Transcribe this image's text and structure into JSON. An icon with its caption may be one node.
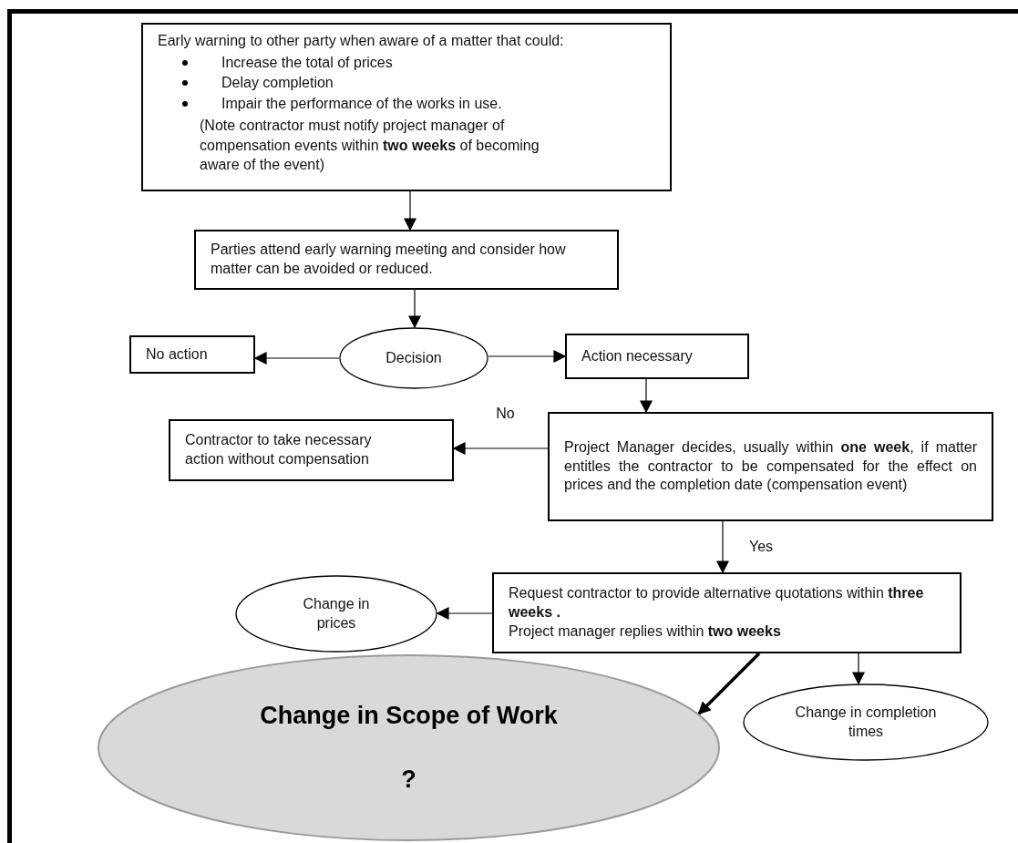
{
  "diagram": {
    "nodes": [
      {
        "text": [
          "Early warning to other party when aware of a matter that could:",
          "Increase the total of prices",
          "Delay completion",
          "Impair the performance of the works in use.",
          "(Note contractor must notify project manager of compensation events within **two weeks** of becoming aware of the event)"
        ]
      },
      {
        "text": [
          "Parties attend early warning meeting and consider how matter can be avoided or reduced."
        ]
      },
      {
        "text": [
          "No action"
        ]
      },
      {
        "text": [
          "Decision"
        ]
      },
      {
        "text": [
          "Action necessary"
        ]
      },
      {
        "text": [
          "Contractor to take necessary action without compensation"
        ]
      },
      {
        "text": [
          "Project Manager decides, usually within **one week**,  if matter entitles the contractor to be compensated for the effect on prices and the completion date (compensation event)"
        ]
      },
      {
        "text": [
          "Request contractor to provide alternative quotations within **three weeks .**",
          "Project manager replies within **two weeks**"
        ]
      },
      {
        "text": [
          "Change in prices"
        ]
      },
      {
        "text": [
          "Change in Scope of Work",
          "?"
        ]
      },
      {
        "text": [
          "Change in completion times"
        ]
      }
    ],
    "edges": [
      {
        "from": 0,
        "to": 1,
        "arrow": "to"
      },
      {
        "from": 1,
        "to": 3,
        "arrow": "to"
      },
      {
        "from": 3,
        "to": 2,
        "arrow": "to"
      },
      {
        "from": 3,
        "to": 4,
        "arrow": "to"
      },
      {
        "from": 4,
        "to": 6,
        "arrow": "to"
      },
      {
        "from": 6,
        "to": 5,
        "arrow": "to",
        "label": "No"
      },
      {
        "from": 6,
        "to": 7,
        "arrow": "to",
        "label": "Yes"
      },
      {
        "from": 7,
        "to": 8,
        "arrow": "to"
      },
      {
        "from": 7,
        "to": 9,
        "arrow": "to",
        "style": "thick"
      },
      {
        "from": 7,
        "to": 10,
        "arrow": "to"
      }
    ]
  }
}
